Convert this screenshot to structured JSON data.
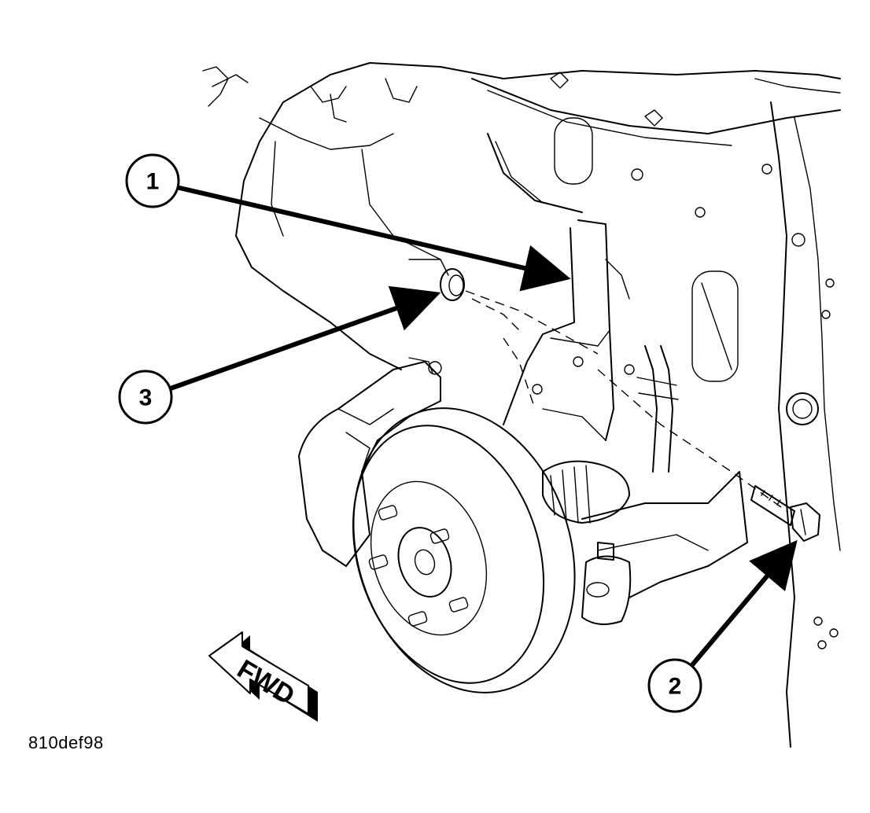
{
  "callouts": [
    {
      "number": "1",
      "target": "steering-knuckle-bracket"
    },
    {
      "number": "2",
      "target": "bolt"
    },
    {
      "number": "3",
      "target": "bushing"
    }
  ],
  "direction_label": "FWD",
  "figure_id": "810def98"
}
